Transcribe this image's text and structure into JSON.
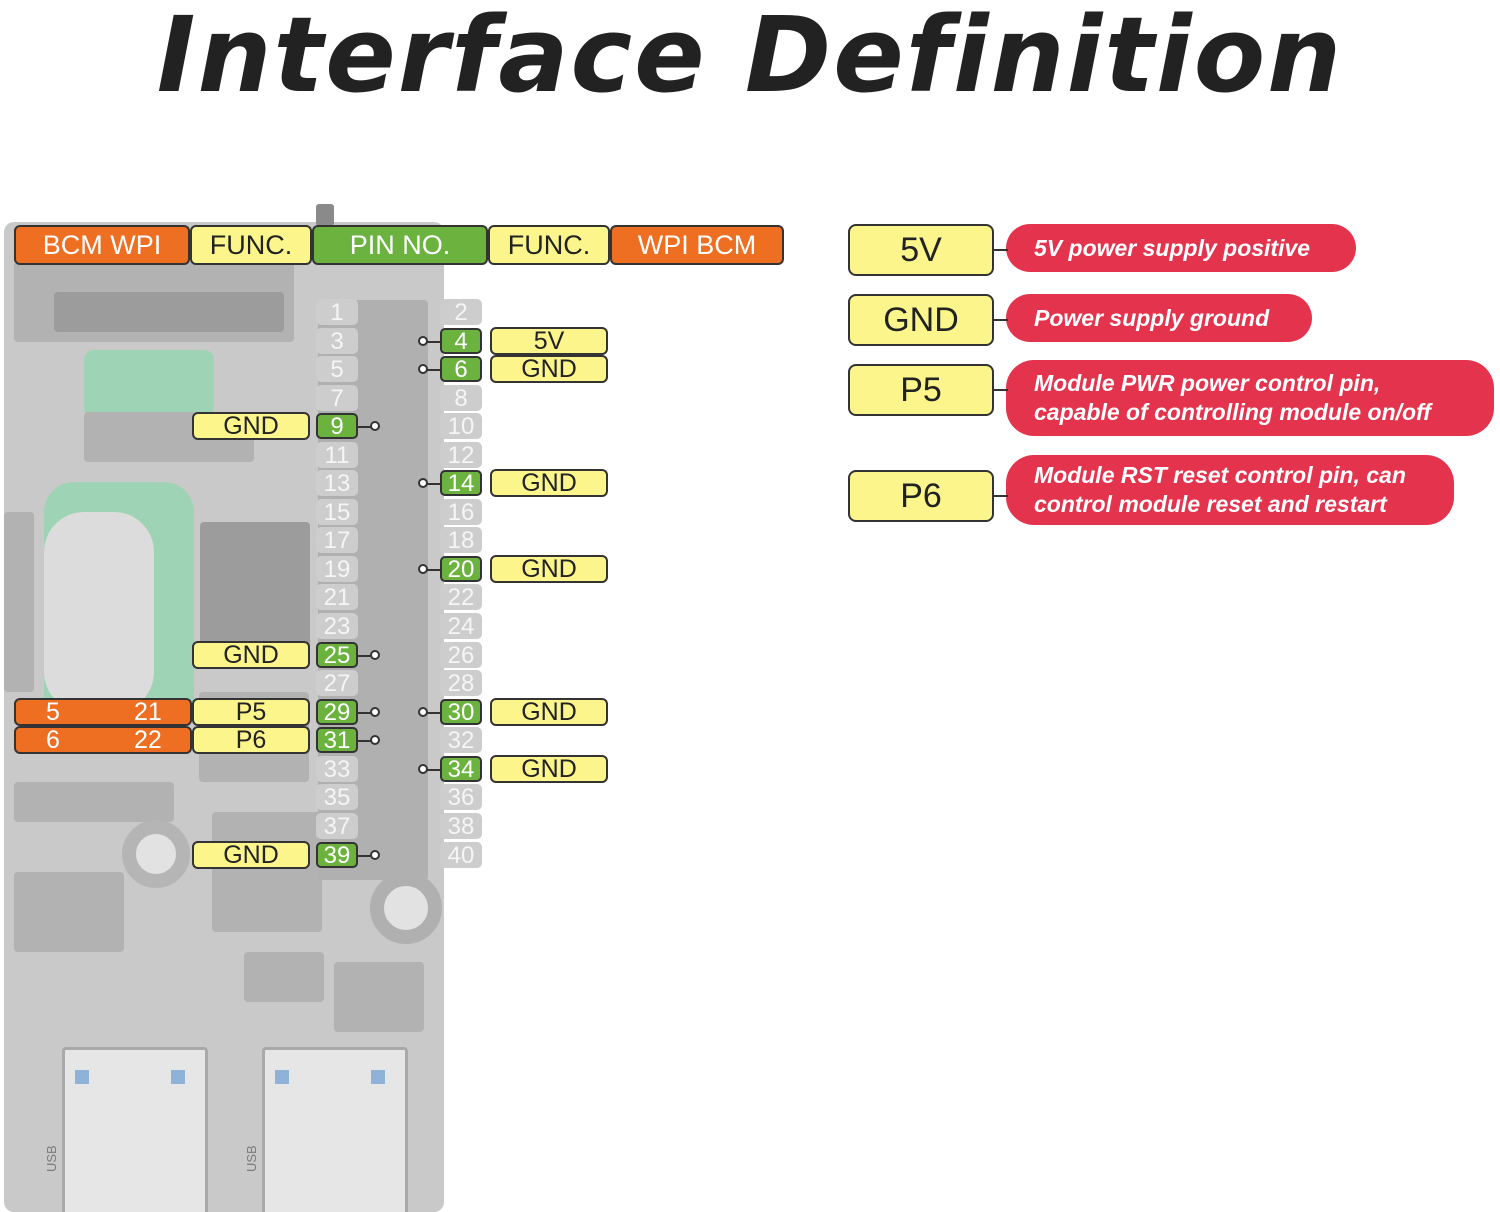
{
  "title": "Interface Definition",
  "header": {
    "left_bcm_wpi": "BCM    WPI",
    "left_func": "FUNC.",
    "pin_no": "PIN NO.",
    "right_func": "FUNC.",
    "right_wpi_bcm": "WPI    BCM"
  },
  "pins": {
    "p1": "1",
    "p2": "2",
    "p3": "3",
    "p4": "4",
    "p5": "5",
    "p6": "6",
    "p7": "7",
    "p8": "8",
    "p9": "9",
    "p10": "10",
    "p11": "11",
    "p12": "12",
    "p13": "13",
    "p14": "14",
    "p15": "15",
    "p16": "16",
    "p17": "17",
    "p18": "18",
    "p19": "19",
    "p20": "20",
    "p21": "21",
    "p22": "22",
    "p23": "23",
    "p24": "24",
    "p25": "25",
    "p26": "26",
    "p27": "27",
    "p28": "28",
    "p29": "29",
    "p30": "30",
    "p31": "31",
    "p32": "32",
    "p33": "33",
    "p34": "34",
    "p35": "35",
    "p36": "36",
    "p37": "37",
    "p38": "38",
    "p39": "39",
    "p40": "40"
  },
  "functions": {
    "pin4": "5V",
    "pin6": "GND",
    "pin9": "GND",
    "pin14": "GND",
    "pin20": "GND",
    "pin25": "GND",
    "pin29": "P5",
    "pin30": "GND",
    "pin31": "P6",
    "pin34": "GND",
    "pin39": "GND"
  },
  "bcm_wpi": {
    "pin29_bcm": "5",
    "pin29_wpi": "21",
    "pin31_bcm": "6",
    "pin31_wpi": "22"
  },
  "usb_label": "USB",
  "legend": [
    {
      "key": "5V",
      "desc": "5V power supply positive"
    },
    {
      "key": "GND",
      "desc": "Power supply ground"
    },
    {
      "key": "P5",
      "desc": "Module PWR power control pin, capable of controlling module on/off"
    },
    {
      "key": "P6",
      "desc": "Module RST reset control pin, can control module reset and restart"
    }
  ],
  "colors": {
    "bcm_wpi": "#ee6e22",
    "func": "#fbf58c",
    "pin_active": "#6bb23f",
    "pin_inactive": "#cdcdcd",
    "legend_desc": "#e4344d"
  }
}
